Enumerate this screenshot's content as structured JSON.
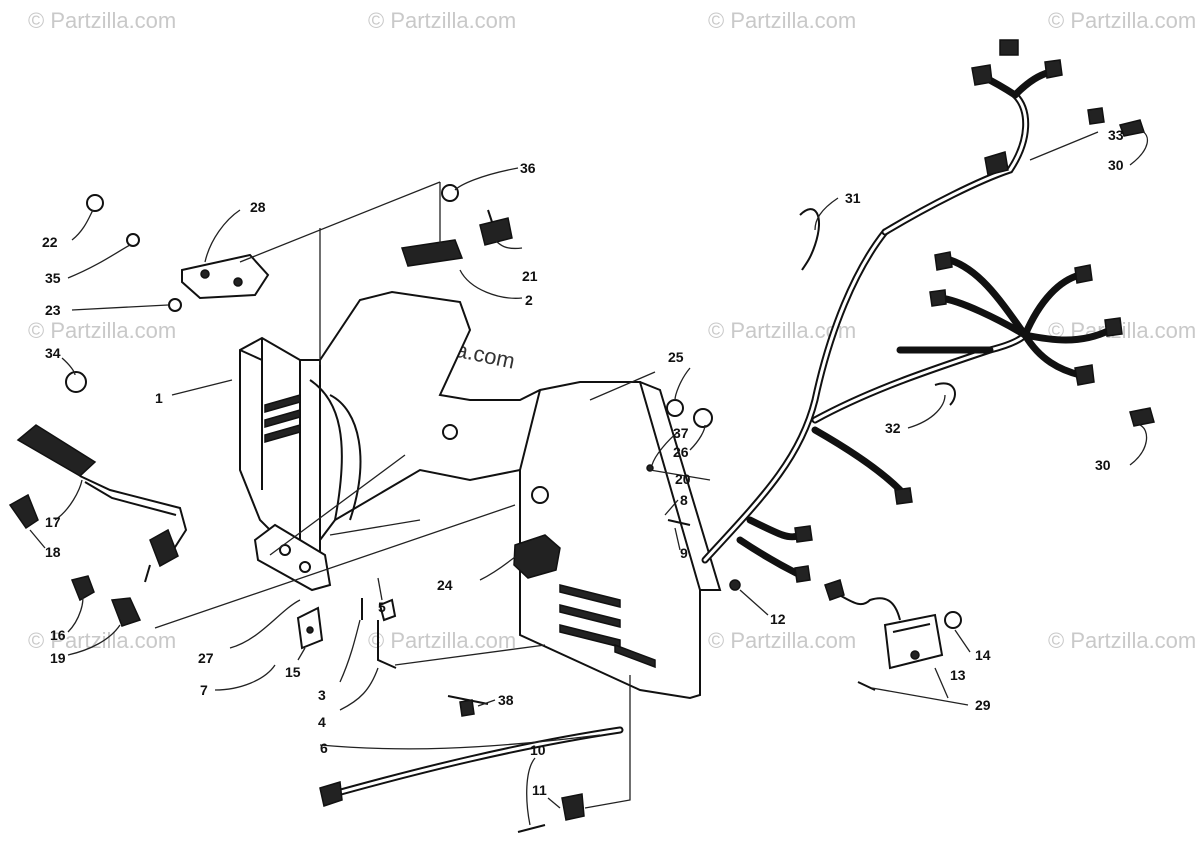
{
  "watermark": {
    "text": "© Partzilla.com",
    "center_text": "© Partzilla.com"
  },
  "callouts": {
    "c1": "1",
    "c2": "2",
    "c3": "3",
    "c4": "4",
    "c5": "5",
    "c6": "6",
    "c7": "7",
    "c8": "8",
    "c9": "9",
    "c10": "10",
    "c11": "11",
    "c12": "12",
    "c13": "13",
    "c14": "14",
    "c15": "15",
    "c16": "16",
    "c17": "17",
    "c18": "18",
    "c19": "19",
    "c20": "20",
    "c21": "21",
    "c22": "22",
    "c23": "23",
    "c24": "24",
    "c25": "25",
    "c26": "26",
    "c27": "27",
    "c28": "28",
    "c29": "29",
    "c30a": "30",
    "c30b": "30",
    "c31": "31",
    "c32": "32",
    "c33": "33",
    "c34": "34",
    "c35": "35",
    "c36": "36",
    "c37": "37",
    "c38": "38"
  }
}
